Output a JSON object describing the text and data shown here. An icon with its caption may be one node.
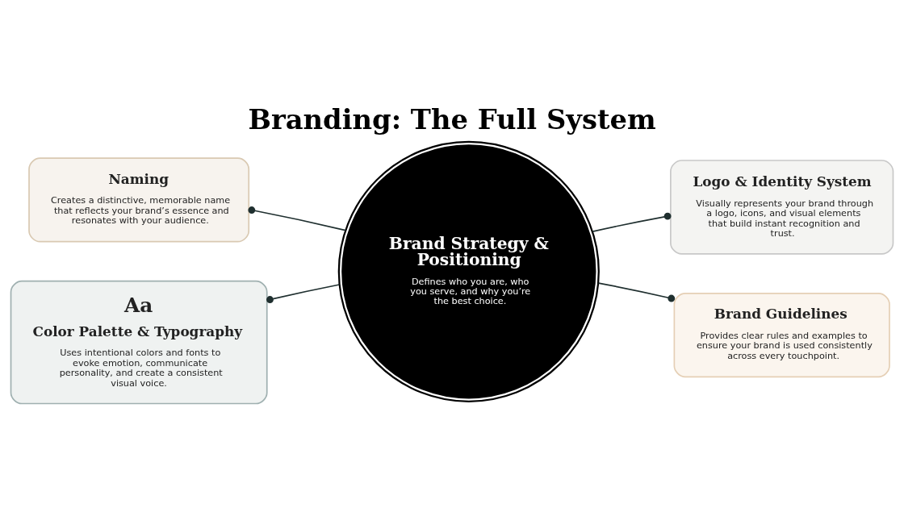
{
  "diagram": {
    "title": "Branding: The Full System",
    "nodes": [
      {
        "text": [
          "Naming",
          "Creates a distinctive, memorable name that reflects your brand’s essence and resonates with your audience."
        ]
      },
      {
        "text": [
          "Logo & Identity System",
          "Visually represents your brand through a logo, icons, and visual elements that build instant recognition and trust."
        ]
      },
      {
        "text": [
          "Brand Strategy & Positioning",
          "Defines who you are, who you serve, and why you’re the best choice."
        ]
      },
      {
        "text": [
          "Aa",
          "Color Palette & Typography",
          "Uses intentional colors and fonts to evoke emotion, communicate personality, and create a consistent visual voice."
        ]
      },
      {
        "text": [
          "Brand Guidelines",
          "Provides clear rules and examples to ensure your brand is used consistently across every touchpoint."
        ]
      }
    ],
    "edges": [
      {
        "from": 2,
        "to": 0,
        "arrow": "other"
      },
      {
        "from": 2,
        "to": 1,
        "arrow": "other"
      },
      {
        "from": 2,
        "to": 3,
        "arrow": "other"
      },
      {
        "from": 2,
        "to": 4,
        "arrow": "other"
      }
    ]
  }
}
